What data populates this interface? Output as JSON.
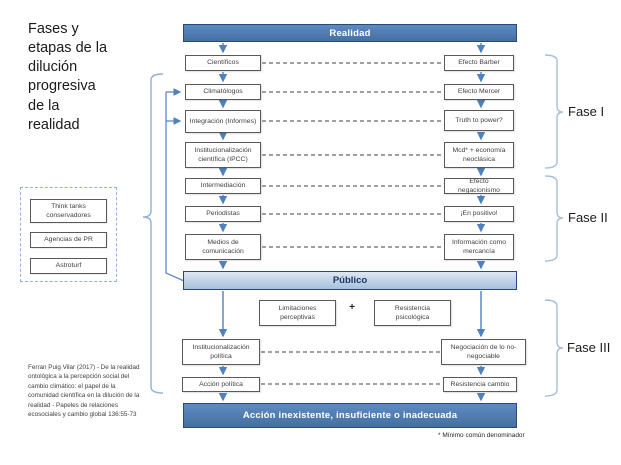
{
  "title": "Fases y\netapas de la\ndilución\nprogresiva\nde la\nrealidad",
  "banners": {
    "reality": "Realidad",
    "public": "Público",
    "action": "Acción inexistente, insuficiente o inadecuada"
  },
  "stages_left": [
    "Científicos",
    "Climatólogos",
    "Integración (Informes)",
    "Institucionalización científica (IPCC)",
    "Intermediación",
    "Periodistas",
    "Medios de comunicación"
  ],
  "stages_right": [
    "Efecto Barber",
    "Efecto Mercer",
    "Truth to power?",
    "Mcd* + economía neoclásica",
    "Efecto negacionismo",
    "¡En positivo!",
    "Información como mercancía"
  ],
  "public_filters": {
    "left": "Limitaciones perceptivas",
    "plus": "+",
    "right": "Resistencia psicológica"
  },
  "phase3_left": [
    "Institucionalización política",
    "Acción política"
  ],
  "phase3_right": [
    "Negociación de lo no-negociable",
    "Resistencia cambio"
  ],
  "influencers": [
    "Think tanks conservadores",
    "Agencias de PR",
    "Astroturf"
  ],
  "phase_labels": [
    "Fase I",
    "Fase II",
    "Fase III"
  ],
  "footnote": "* Mínimo común denominador",
  "citation": "Ferran Puig Vilar (2017) - De la realidad ontológica a la percepción social del cambio climático: el papel de la comunidad científica en la dilución de la realidad - Papeles de relaciones ecosociales y cambio global 136:55-73",
  "colors": {
    "accent_blue": "#4f81bd",
    "light_blue": "#95b3d7",
    "banner_border": "#2a4a74",
    "box_border": "#595959",
    "dash_gray": "#404040"
  }
}
